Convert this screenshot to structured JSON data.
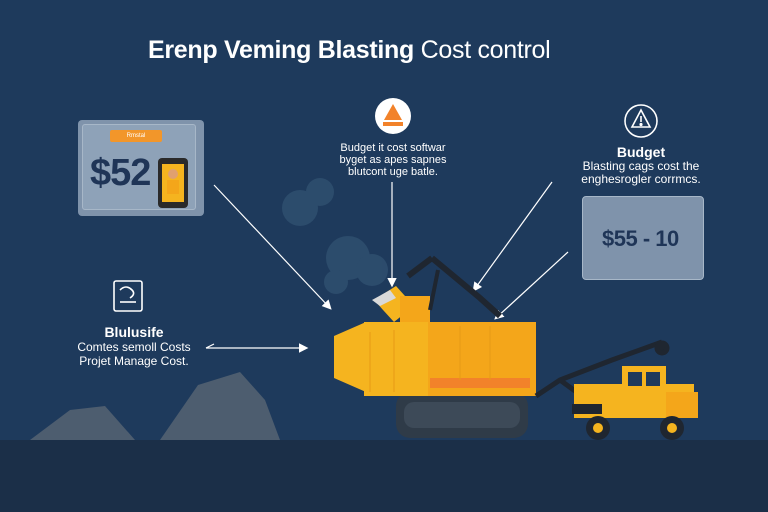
{
  "title": {
    "bold": "Erenp Veming Blasting",
    "light": " Cost control"
  },
  "left_card": {
    "tag": "Rmstal",
    "price": "$52"
  },
  "top_center": {
    "icon": "warning-badge-icon",
    "lines": [
      "Budget it cost softwar",
      "byget as apes sapnes",
      "blutcont uge batle."
    ]
  },
  "right_top": {
    "icon": "hazard-sign-icon",
    "heading": "Budget",
    "lines": [
      "Blasting cags cost the",
      "enghesrogler corrmcs."
    ]
  },
  "right_card": {
    "price": "$55 - 10",
    "arrow_color": "#f2822a"
  },
  "left_mid": {
    "icon": "document-icon",
    "heading": "Blulusife",
    "lines": [
      "Comtes semoll Costs",
      "Projet Manage Cost."
    ]
  },
  "colors": {
    "background": "#1e3a5c",
    "accent_yellow": "#f5b41f",
    "accent_orange": "#f2822a",
    "card": "#8ea2b8"
  }
}
